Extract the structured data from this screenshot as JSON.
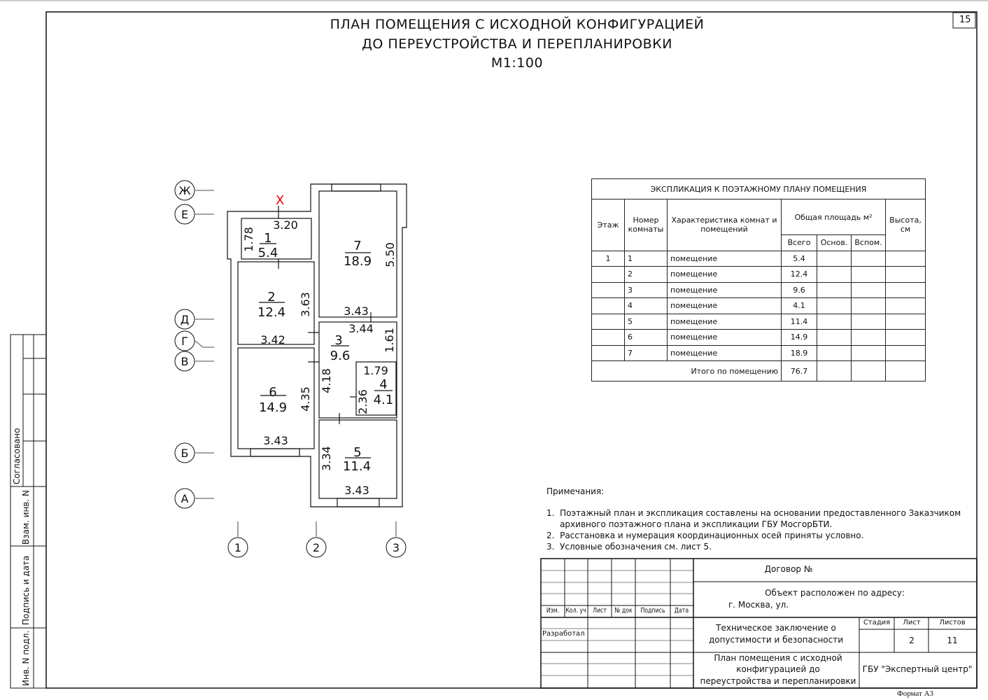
{
  "sheet_number": "15",
  "title": {
    "line1": "ПЛАН ПОМЕЩЕНИЯ С ИСХОДНОЙ КОНФИГУРАЦИЕЙ",
    "line2": "ДО ПЕРЕУСТРОЙСТВА И ПЕРЕПЛАНИРОВКИ",
    "scale": "М1:100"
  },
  "plan": {
    "axes_rows": [
      "Ж",
      "Е",
      "Д",
      "Г",
      "В",
      "Б",
      "А"
    ],
    "axes_cols": [
      "1",
      "2",
      "3"
    ],
    "marker": "X",
    "rooms": [
      {
        "num": "1",
        "area": "5.4"
      },
      {
        "num": "2",
        "area": "12.4"
      },
      {
        "num": "3",
        "area": "9.6"
      },
      {
        "num": "4",
        "area": "4.1"
      },
      {
        "num": "5",
        "area": "11.4"
      },
      {
        "num": "6",
        "area": "14.9"
      },
      {
        "num": "7",
        "area": "18.9"
      }
    ],
    "dims": {
      "r1w": "3.20",
      "r1h": "1.78",
      "r7h": "5.50",
      "r7w": "3.43",
      "r2h": "3.63",
      "r2w": "3.42",
      "r3w": "3.44",
      "r3h": "1.61",
      "r3v": "4.18",
      "r4w": "1.79",
      "r4h": "2.36",
      "r6h": "4.35",
      "r6w": "3.43",
      "r5h": "3.34",
      "r5w": "3.43"
    }
  },
  "explication": {
    "title": "ЭКСПЛИКАЦИЯ К ПОЭТАЖНОМУ ПЛАНУ ПОМЕЩЕНИЯ",
    "headers": {
      "floor": "Этаж",
      "room_no": "Номер комнаты",
      "desc": "Характеристика комнат и помещений",
      "area": "Общая площадь м²",
      "height": "Высота, см",
      "total": "Всего",
      "main": "Основ.",
      "aux": "Вспом."
    },
    "rows": [
      {
        "floor": "1",
        "no": "1",
        "desc": "помещение",
        "total": "5.4"
      },
      {
        "floor": "",
        "no": "2",
        "desc": "помещение",
        "total": "12.4"
      },
      {
        "floor": "",
        "no": "3",
        "desc": "помещение",
        "total": "9.6"
      },
      {
        "floor": "",
        "no": "4",
        "desc": "помещение",
        "total": "4.1"
      },
      {
        "floor": "",
        "no": "5",
        "desc": "помещение",
        "total": "11.4"
      },
      {
        "floor": "",
        "no": "6",
        "desc": "помещение",
        "total": "14.9"
      },
      {
        "floor": "",
        "no": "7",
        "desc": "помещение",
        "total": "18.9"
      }
    ],
    "sum_label": "Итого по помещению",
    "sum_value": "76.7"
  },
  "notes": {
    "heading": "Примечания:",
    "items": [
      "1.  Поэтажный план и экспликация составлены на основании предоставленного Заказчиком",
      "     архивного поэтажного плана и экспликации ГБУ МосгорБТИ.",
      "2.  Расстановка и нумерация координационных осей приняты условно.",
      "3.  Условные обозначения см. лист 5."
    ]
  },
  "stamp_left": {
    "agreed": "Согласовано",
    "replace": "Взам. инв. N",
    "sign_date": "Подпись и дата",
    "inv": "Инв. N подл."
  },
  "title_block": {
    "cols": [
      "Изм.",
      "Кол. уч",
      "Лист",
      "№ док",
      "Подпись",
      "Дата"
    ],
    "developed": "Разработал",
    "contract": "Договор №",
    "address_label": "Объект расположен по адресу:",
    "address": "г. Москва, ул.",
    "doc1": "Техническое заключение о",
    "doc2": "допустимости и безопасности",
    "stage": "Стадия",
    "sheet": "Лист",
    "sheets": "Листов",
    "sheet_val": "2",
    "sheets_val": "11",
    "plan1": "План помещения с исходной",
    "plan2": "конфигурацией до",
    "plan3": "переустройства и перепланировки",
    "org": "ГБУ \"Экспертный центр\""
  },
  "format": "Формат А3"
}
